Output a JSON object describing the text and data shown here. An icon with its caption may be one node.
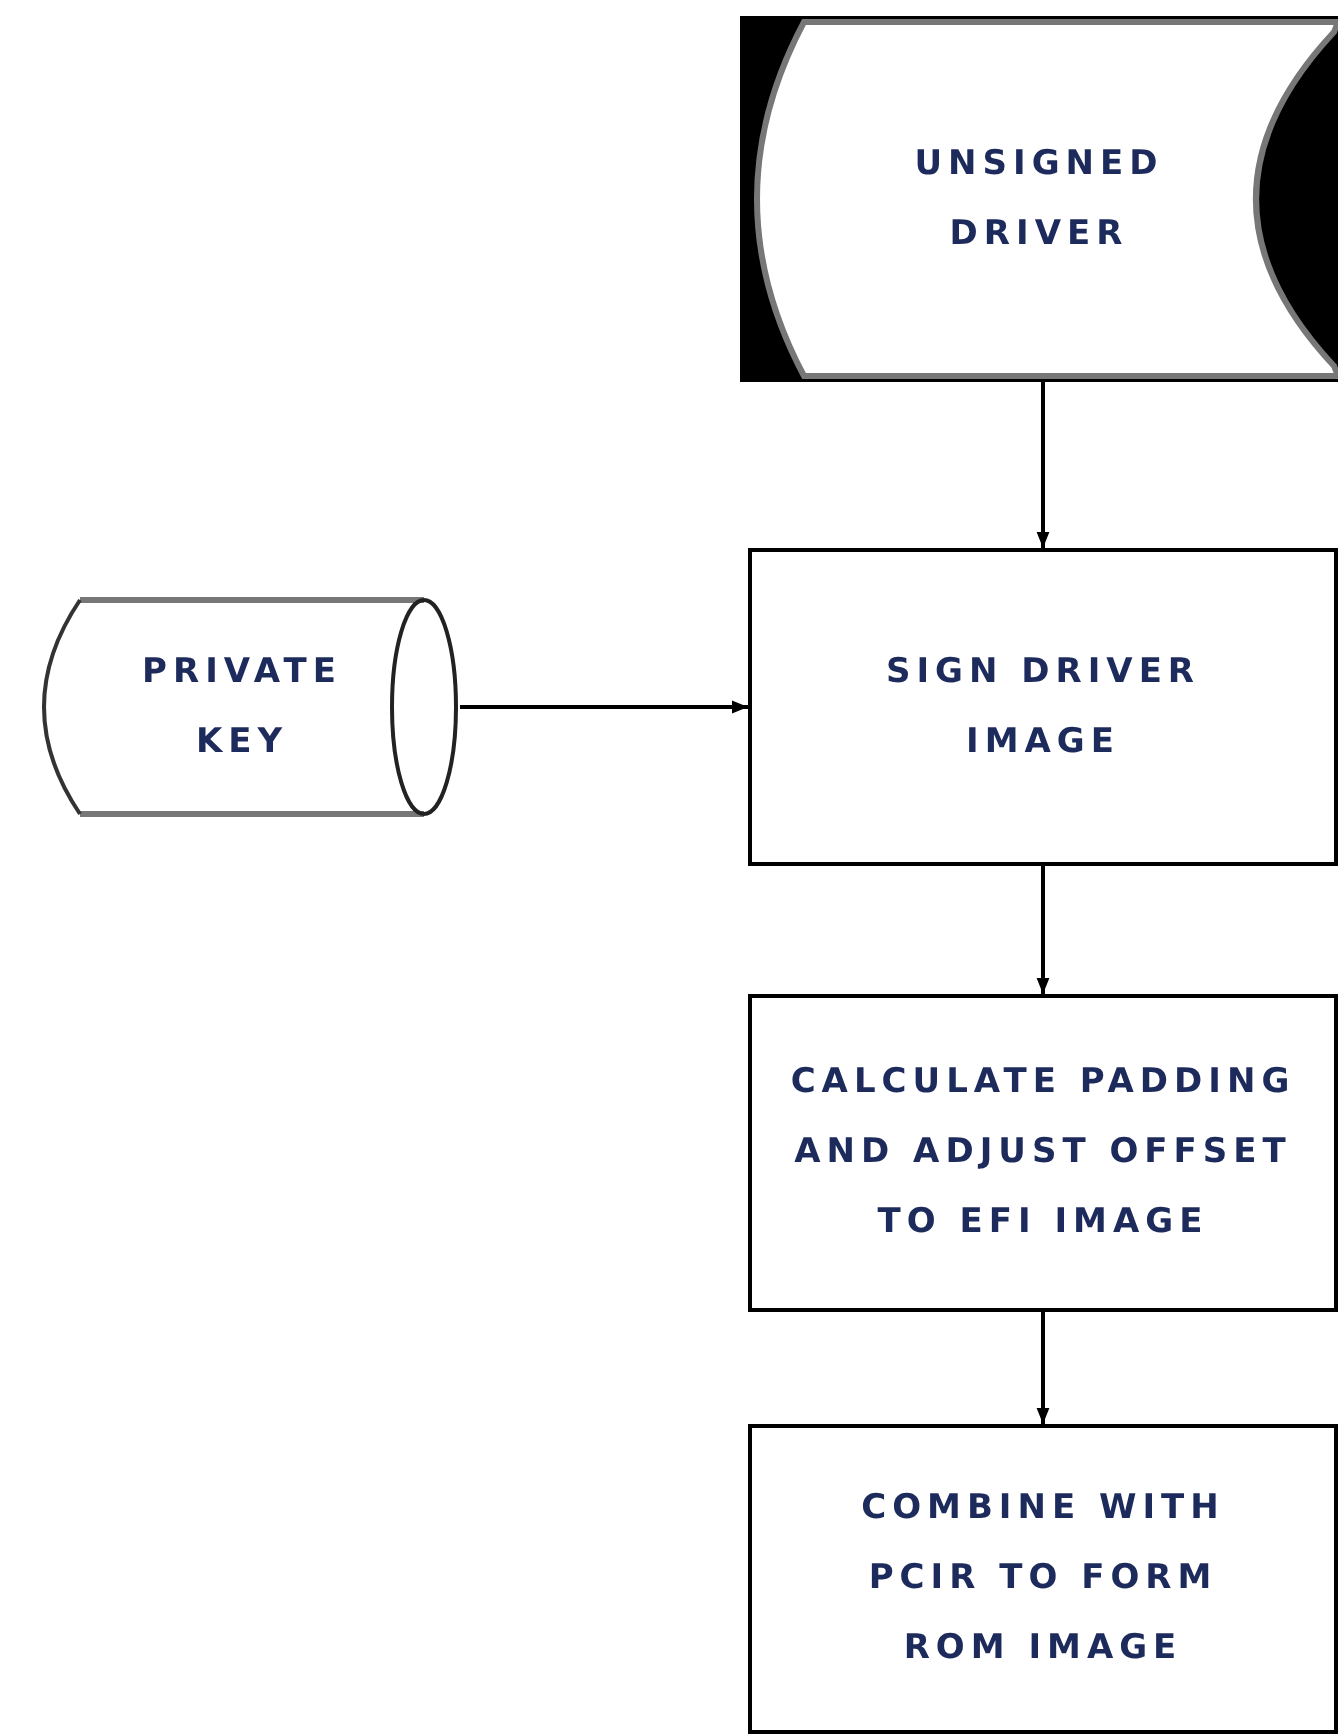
{
  "diagram": {
    "nodes": [
      {
        "text": [
          "UNSIGNED DRIVER"
        ]
      },
      {
        "text": [
          "PRIVATE KEY"
        ]
      },
      {
        "text": [
          "SIGN DRIVER IMAGE"
        ]
      },
      {
        "text": [
          "CALCULATE PADDING AND ADJUST OFFSET TO EFI IMAGE"
        ]
      },
      {
        "text": [
          "COMBINE WITH PCIR TO FORM ROM IMAGE"
        ]
      }
    ],
    "edges": [
      {
        "from": 0,
        "to": 2,
        "arrow": "to"
      },
      {
        "from": 1,
        "to": 2,
        "arrow": "to"
      },
      {
        "from": 2,
        "to": 3,
        "arrow": "to"
      },
      {
        "from": 3,
        "to": 4,
        "arrow": "to"
      }
    ]
  }
}
